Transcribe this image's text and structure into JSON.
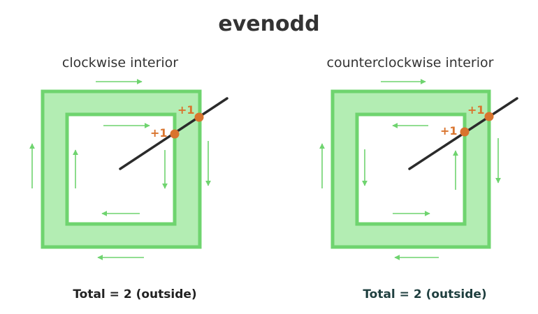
{
  "title": "evenodd",
  "colors": {
    "fill": "#b3edb3",
    "stroke": "#6fd46f",
    "arrow": "#6fd46f",
    "ray": "#2b2b2b",
    "point": "#d9742e",
    "count_label": "#d9742e",
    "text": "#333333",
    "total_left": "#222222",
    "total_right": "#1f3f3f"
  },
  "panels": [
    {
      "caption": "clockwise interior",
      "total": "Total = 2 (outside)",
      "inner_direction": "clockwise",
      "outer_direction": "clockwise",
      "crossings": [
        "+1",
        "+1"
      ]
    },
    {
      "caption": "counterclockwise interior",
      "total": "Total = 2 (outside)",
      "inner_direction": "counterclockwise",
      "outer_direction": "clockwise",
      "crossings": [
        "+1",
        "+1"
      ]
    }
  ]
}
